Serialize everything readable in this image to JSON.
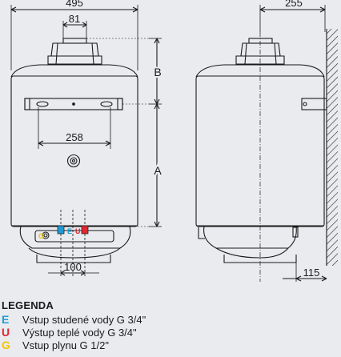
{
  "dimensions": {
    "width_total": "495",
    "flue_width": "81",
    "side_depth": "255",
    "bracket_spacing": "258",
    "pipe_spacing": "100",
    "wall_offset": "115",
    "label_a": "A",
    "label_b": "B"
  },
  "connections": {
    "cold": "E",
    "hot": "U",
    "gas": "G"
  },
  "legend": {
    "title": "LEGENDA",
    "items": [
      {
        "code": "E",
        "text": "Vstup studené vody G 3/4\"",
        "color": "#1e9ad6"
      },
      {
        "code": "U",
        "text": "Výstup teplé vody G 3/4\"",
        "color": "#e3262f"
      },
      {
        "code": "G",
        "text": "Vstup plynu G 1/2\"",
        "color": "#f2c500"
      }
    ]
  }
}
